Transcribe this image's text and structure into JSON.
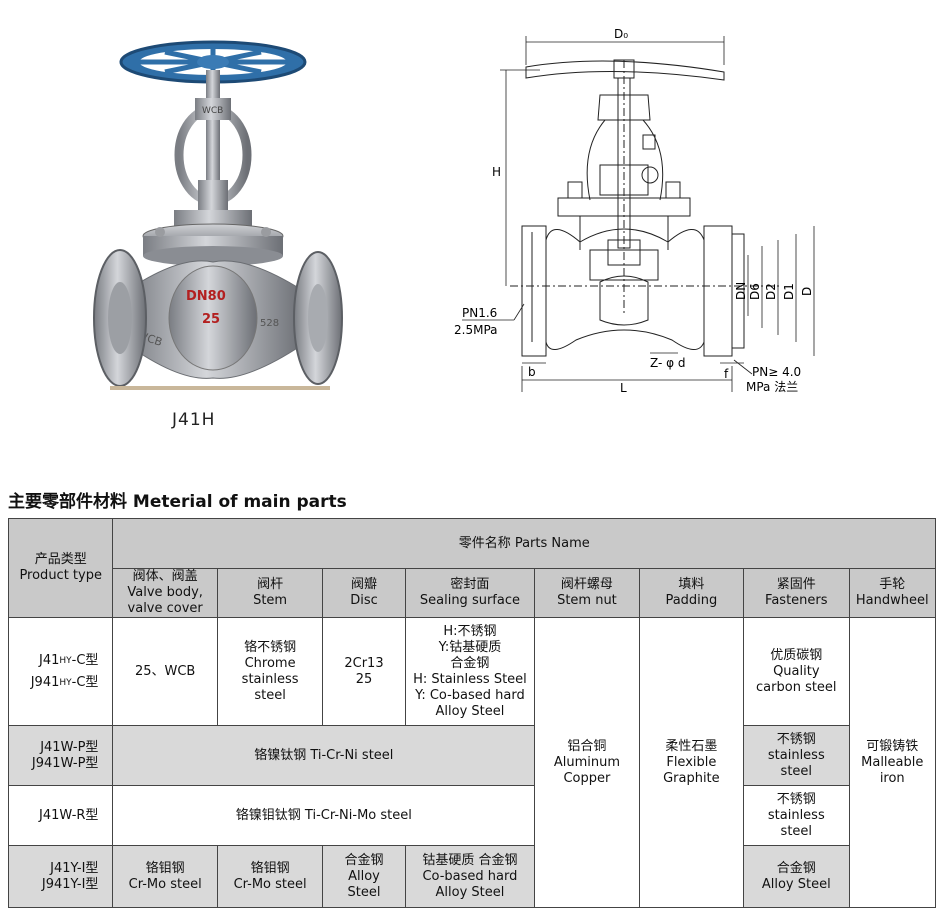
{
  "photo": {
    "caption": "J41H",
    "body_text": [
      "DN80",
      "25"
    ],
    "side_text": "WCB",
    "flange_text": "528",
    "bonnet_text": "WCB"
  },
  "drawing": {
    "labels": {
      "d0": "D₀",
      "h": "H",
      "pn_low": [
        "PN1.6",
        "2.5MPa"
      ],
      "dn": "DN",
      "d6": "D6",
      "d2": "D2",
      "d1": "D1",
      "d": "D",
      "zd": "Z- φ d",
      "b": "b",
      "l": "L",
      "f": "f",
      "pn_high": [
        "PN≥ 4.0",
        "MPa 法兰"
      ]
    }
  },
  "section_title": "主要零部件材料   Meterial of main parts",
  "table": {
    "product_type_header": [
      "产品类型",
      "Product type"
    ],
    "parts_name_header": "零件名称 Parts Name",
    "columns": [
      [
        "阀体、阀盖",
        "Valve body,",
        "valve cover"
      ],
      [
        "阀杆",
        "Stem"
      ],
      [
        "阀瓣",
        "Disc"
      ],
      [
        "密封面",
        "Sealing surface"
      ],
      [
        "阀杆螺母",
        "Stem nut"
      ],
      [
        "填料",
        "Padding"
      ],
      [
        "紧固件",
        "Fasteners"
      ],
      [
        "手轮",
        "Handwheel"
      ]
    ],
    "rows": [
      {
        "type": [
          [
            "J41",
            "H",
            "Y",
            "-C型"
          ],
          [
            "J941",
            "H",
            "Y",
            "-C型"
          ]
        ],
        "body": [
          "25、WCB"
        ],
        "stem": [
          "铬不锈钢",
          "Chrome",
          "stainless",
          "steel"
        ],
        "disc": [
          "2Cr13",
          "25"
        ],
        "sealing": [
          "H:不锈钢",
          "Y:钴基硬质",
          "合金钢",
          "H: Stainless Steel",
          "Y: Co-based hard",
          "Alloy Steel"
        ],
        "fasteners": [
          "优质碳钢",
          "Quality",
          "carbon steel"
        ]
      },
      {
        "type": [
          "J41W-P型",
          "J941W-P型"
        ],
        "span": [
          "铬镍钛钢 Ti-Cr-Ni steel"
        ],
        "fasteners": [
          "不锈钢",
          "stainless",
          "steel"
        ]
      },
      {
        "type": [
          "J41W-R型"
        ],
        "span": [
          "铬镍钼钛钢 Ti-Cr-Ni-Mo steel"
        ],
        "fasteners": [
          "不锈钢",
          "stainless",
          "steel"
        ]
      },
      {
        "type": [
          "J41Y-I型",
          "J941Y-I型"
        ],
        "body": [
          "铬钼钢",
          "Cr-Mo steel"
        ],
        "stem": [
          "铬钼钢",
          "Cr-Mo steel"
        ],
        "disc": [
          "合金钢",
          "Alloy",
          "Steel"
        ],
        "sealing": [
          "钴基硬质 合金钢",
          "Co-based hard",
          "Alloy Steel"
        ],
        "fasteners": [
          "合金钢",
          "Alloy Steel"
        ]
      }
    ],
    "stem_nut": [
      "铝合铜",
      "Aluminum",
      "Copper"
    ],
    "padding": [
      "柔性石墨",
      "Flexible",
      "Graphite"
    ],
    "handwheel": [
      "可锻铸铁",
      "Malleable",
      "iron"
    ]
  }
}
